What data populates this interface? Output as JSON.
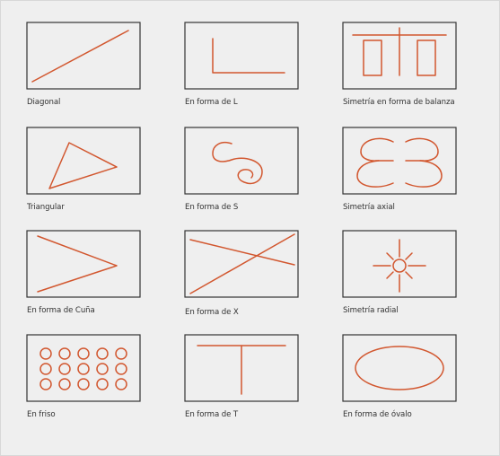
{
  "colors": {
    "stroke": "#d2572f",
    "frame": "#333333",
    "background": "#efefef"
  },
  "compositions": [
    {
      "label": "Diagonal"
    },
    {
      "label": "En forma de L"
    },
    {
      "label": "Simetría en forma de balanza"
    },
    {
      "label": "Triangular"
    },
    {
      "label": "En forma de S"
    },
    {
      "label": "Simetría axial"
    },
    {
      "label": "En forma de Cuña"
    },
    {
      "label": "En forma de X"
    },
    {
      "label": "Simetría radial"
    },
    {
      "label": "En friso"
    },
    {
      "label": "En forma de T"
    },
    {
      "label": "En forma de óvalo"
    }
  ]
}
